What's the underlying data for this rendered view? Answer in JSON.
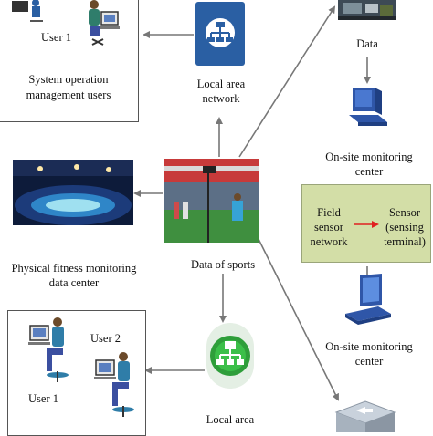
{
  "top_left_group": {
    "user_label": "User 1",
    "caption_line1": "System operation",
    "caption_line2": "management users"
  },
  "top_lan": {
    "line1": "Local area",
    "line2": "network"
  },
  "data_node": {
    "label": "Data"
  },
  "monitor_top": {
    "line1": "On-site monitoring",
    "line2": "center"
  },
  "field_box": {
    "left_line1": "Field",
    "left_line2": "sensor",
    "left_line3": "network",
    "right_line1": "Sensor",
    "right_line2": "(sensing",
    "right_line3": "terminal)"
  },
  "monitor_bottom": {
    "line1": "On-site monitoring",
    "line2": "center"
  },
  "fitness_center": {
    "line1": "Physical fitness monitoring",
    "line2": "data center"
  },
  "sports": {
    "label": "Data of sports"
  },
  "bottom_left_group": {
    "user2_label": "User 2",
    "user1_label": "User 1"
  },
  "bottom_lan": {
    "line1": "Local area"
  },
  "colors": {
    "arrow": "#777777",
    "lan_tile": "#2a5fa3",
    "lan_green": "#2e9e3a",
    "field_box_bg": "#d3dea7",
    "red_arrow": "#e02020",
    "monitor_blue": "#2f56a8"
  }
}
